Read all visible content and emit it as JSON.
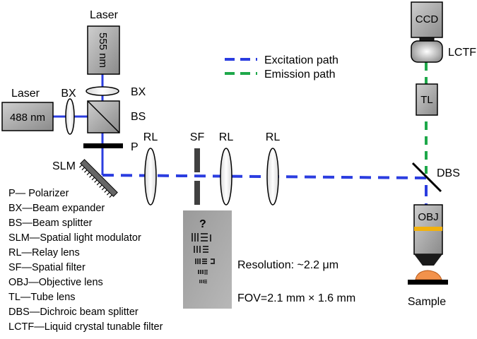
{
  "diagram": {
    "laser_top": {
      "label": "Laser",
      "wavelength": "555 nm"
    },
    "laser_left": {
      "label": "Laser",
      "wavelength": "488 nm"
    },
    "components": {
      "bx_left": "BX",
      "bx_right": "BX",
      "bs": "BS",
      "p": "P",
      "slm": "SLM",
      "rl1": "RL",
      "sf": "SF",
      "rl2": "RL",
      "rl3": "RL",
      "dbs": "DBS",
      "ccd": "CCD",
      "lctf": "LCTF",
      "tl": "TL",
      "obj": "OBJ",
      "sample": "Sample"
    },
    "path_legend": [
      {
        "label": "Excitation path",
        "color": "#2b3de0"
      },
      {
        "label": "Emission path",
        "color": "#1ea84a"
      }
    ],
    "abbreviations": [
      "P— Polarizer",
      "BX—Beam expander",
      "BS—Beam splitter",
      "SLM—Spatial light modulator",
      "RL—Relay lens",
      "SF—Spatial filter",
      "OBJ—Objective lens",
      "TL—Tube lens",
      "DBS—Dichroic beam splitter",
      "LCTF—Liquid crystal tunable filter"
    ],
    "resolution": "Resolution: ~2.2 μm",
    "fov": "FOV=2.1 mm × 1.6 mm"
  }
}
